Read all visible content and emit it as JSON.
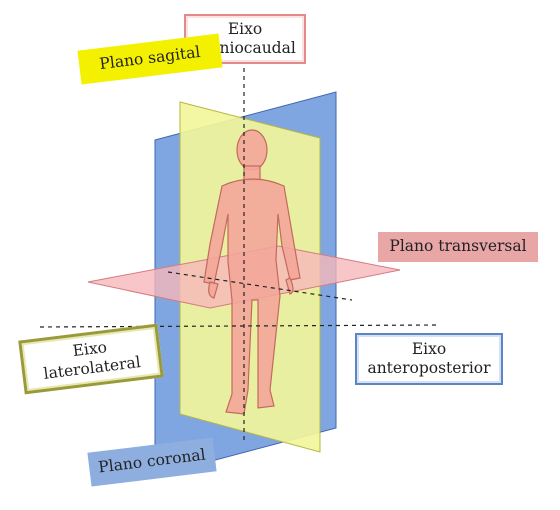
{
  "labels": {
    "craniocaudal": {
      "line1": "Eixo",
      "line2": "craniocaudal"
    },
    "sagital": "Plano sagital",
    "transversal": "Plano transversal",
    "laterolateral": {
      "line1": "Eixo",
      "line2": "laterolateral"
    },
    "anteroposterior": {
      "line1": "Eixo",
      "line2": "anteroposterior"
    },
    "coronal": "Plano coronal"
  },
  "colors": {
    "sagittal_plane": "#f2f59a",
    "coronal_plane": "#7fa6e0",
    "transverse_plane": "#f6b8bb",
    "body": "#f4a59a",
    "axis_line": "#222222"
  }
}
